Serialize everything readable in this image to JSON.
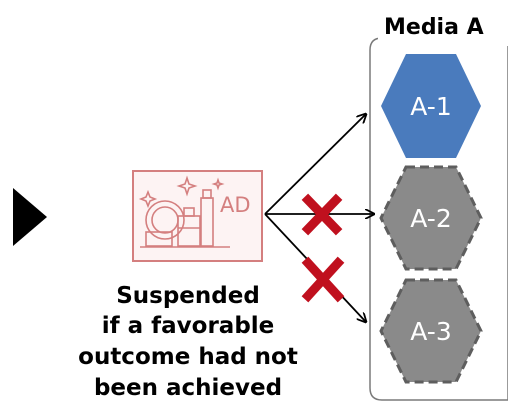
{
  "media": {
    "title": "Media A"
  },
  "ad_icon": {
    "icon": "ad-products-icon",
    "label": "AD"
  },
  "caption": {
    "line1": "Suspended",
    "line2": "if a favorable",
    "line3": "outcome had not",
    "line4": "been achieved"
  },
  "placements": [
    {
      "label": "A-1",
      "status": "active",
      "fill": "#4a7bbd"
    },
    {
      "label": "A-2",
      "status": "suspended",
      "fill": "#8a8a8a"
    },
    {
      "label": "A-3",
      "status": "suspended",
      "fill": "#8a8a8a"
    }
  ],
  "colors": {
    "icon": "#d47f7f",
    "cross": "#c0101e",
    "panel_border": "#7a7a7a",
    "dashed_border": "#5e5e5e"
  }
}
